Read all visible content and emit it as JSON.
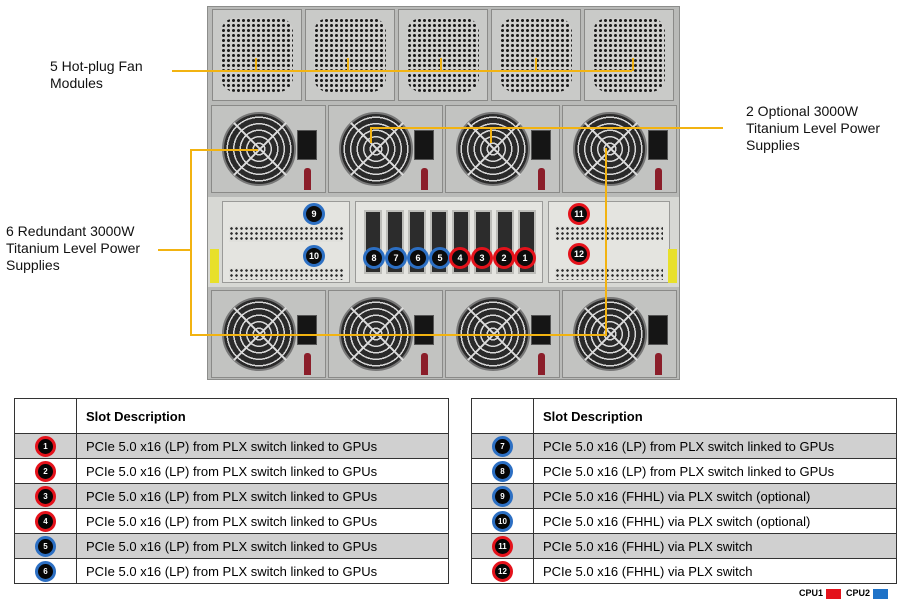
{
  "callouts": {
    "fans": [
      "5 Hot-plug Fan",
      "Modules"
    ],
    "optional_psu": [
      "2 Optional 3000W",
      "Titanium Level Power",
      "Supplies"
    ],
    "redundant_psu": [
      "6 Redundant 3000W",
      "Titanium Level Power",
      "Supplies"
    ]
  },
  "chassis": {
    "fan_modules": 5,
    "psu_top_row": 4,
    "psu_bottom_row": 4,
    "io_badges": [
      {
        "num": "9",
        "cpu": "cpu2"
      },
      {
        "num": "10",
        "cpu": "cpu2"
      },
      {
        "num": "8",
        "cpu": "cpu2"
      },
      {
        "num": "7",
        "cpu": "cpu2"
      },
      {
        "num": "6",
        "cpu": "cpu2"
      },
      {
        "num": "5",
        "cpu": "cpu2"
      },
      {
        "num": "4",
        "cpu": "cpu1"
      },
      {
        "num": "3",
        "cpu": "cpu1"
      },
      {
        "num": "2",
        "cpu": "cpu1"
      },
      {
        "num": "1",
        "cpu": "cpu1"
      },
      {
        "num": "11",
        "cpu": "cpu1"
      },
      {
        "num": "12",
        "cpu": "cpu1"
      }
    ]
  },
  "tables": [
    {
      "header": "Slot Description",
      "rows": [
        {
          "num": "1",
          "cpu": "cpu1",
          "desc": "PCIe 5.0 x16 (LP) from PLX switch linked to GPUs"
        },
        {
          "num": "2",
          "cpu": "cpu1",
          "desc": "PCIe 5.0 x16 (LP) from PLX switch linked to GPUs"
        },
        {
          "num": "3",
          "cpu": "cpu1",
          "desc": "PCIe 5.0 x16 (LP) from PLX switch linked to GPUs"
        },
        {
          "num": "4",
          "cpu": "cpu1",
          "desc": "PCIe 5.0 x16 (LP) from PLX switch linked to GPUs"
        },
        {
          "num": "5",
          "cpu": "cpu2",
          "desc": "PCIe 5.0 x16 (LP) from PLX switch linked to GPUs"
        },
        {
          "num": "6",
          "cpu": "cpu2",
          "desc": "PCIe 5.0 x16 (LP) from PLX switch linked to GPUs"
        }
      ]
    },
    {
      "header": "Slot Description",
      "rows": [
        {
          "num": "7",
          "cpu": "cpu2",
          "desc": "PCIe 5.0 x16 (LP) from PLX switch linked to GPUs"
        },
        {
          "num": "8",
          "cpu": "cpu2",
          "desc": "PCIe 5.0 x16 (LP) from PLX switch linked to GPUs"
        },
        {
          "num": "9",
          "cpu": "cpu2",
          "desc": "PCIe 5.0 x16 (FHHL) via PLX switch (optional)"
        },
        {
          "num": "10",
          "cpu": "cpu2",
          "desc": "PCIe 5.0 x16 (FHHL) via PLX switch (optional)"
        },
        {
          "num": "11",
          "cpu": "cpu1",
          "desc": "PCIe 5.0 x16 (FHHL) via PLX switch"
        },
        {
          "num": "12",
          "cpu": "cpu1",
          "desc": "PCIe 5.0 x16 (FHHL) via PLX switch"
        }
      ]
    }
  ],
  "legend": [
    {
      "label": "CPU1",
      "color": "#e4121b"
    },
    {
      "label": "CPU2",
      "color": "#1f73c8"
    }
  ],
  "colors": {
    "callout_line": "#f2b311",
    "row_shade": "#d0d0d0"
  }
}
